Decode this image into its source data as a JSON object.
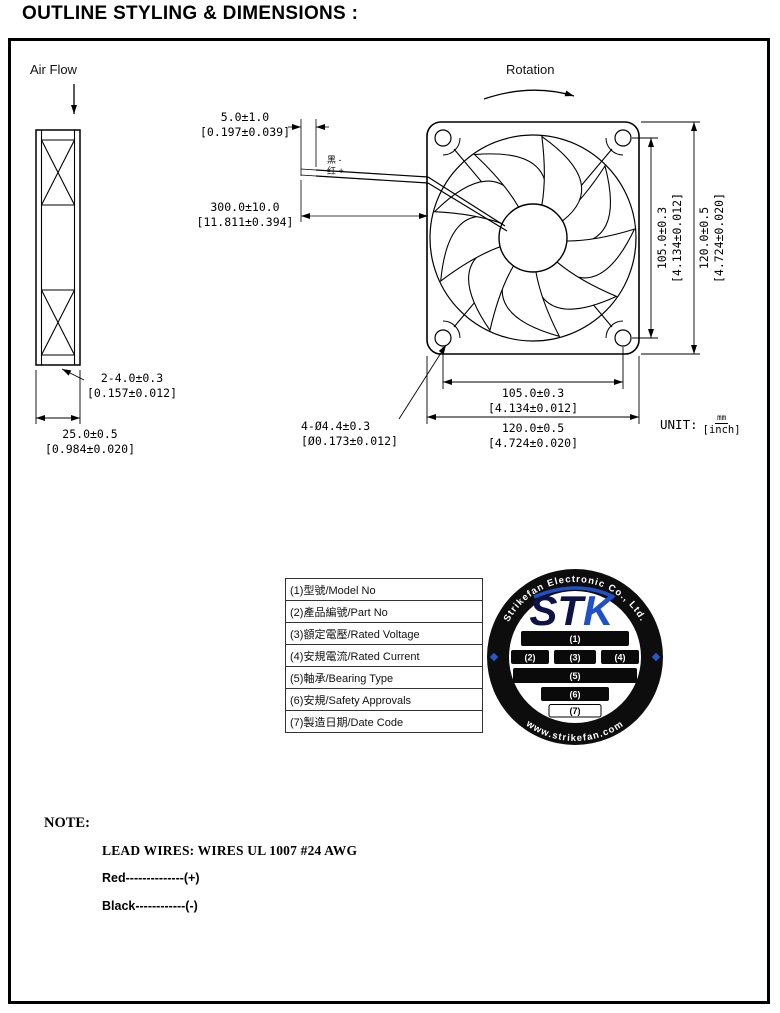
{
  "page": {
    "title": "OUTLINE STYLING & DIMENSIONS :"
  },
  "drawing": {
    "air_flow_label": "Air Flow",
    "rotation_label": "Rotation",
    "unit_label": "UNIT:",
    "unit_mm": "mm",
    "unit_inch": "[inch]",
    "wire_label_black": "黑 -",
    "wire_label_red": "红 +",
    "dims": {
      "wire_strip_mm": "5.0±1.0",
      "wire_strip_inch": "[0.197±0.039]",
      "wire_len_mm": "300.0±10.0",
      "wire_len_inch": "[11.811±0.394]",
      "hole_pitch_v_mm": "105.0±0.3",
      "hole_pitch_v_inch": "[4.134±0.012]",
      "frame_v_mm": "120.0±0.5",
      "frame_v_inch": "[4.724±0.020]",
      "rib_mm": "2-4.0±0.3",
      "rib_inch": "[0.157±0.012]",
      "thickness_mm": "25.0±0.5",
      "thickness_inch": "[0.984±0.020]",
      "hole_dia_mm": "4-Ø4.4±0.3",
      "hole_dia_inch": "[Ø0.173±0.012]",
      "hole_pitch_h_mm": "105.0±0.3",
      "hole_pitch_h_inch": "[4.134±0.012]",
      "frame_h_mm": "120.0±0.5",
      "frame_h_inch": "[4.724±0.020]"
    }
  },
  "label_table": {
    "rows": [
      "(1)型號/Model No",
      "(2)產品編號/Part No",
      "(3)額定電壓/Rated Voltage",
      "(4)安規電流/Rated Current",
      "(5)軸承/Bearing Type",
      "(6)安規/Safety Approvals",
      "(7)製造日期/Date Code"
    ]
  },
  "sticker": {
    "top_text": "Strikefan Electronic Co., Ltd.",
    "bottom_text": "www.strikefan.com",
    "logo_st": "ST",
    "logo_k": "K",
    "fields": [
      "(1)",
      "(2)",
      "(3)",
      "(4)",
      "(5)",
      "(6)",
      "(7)"
    ]
  },
  "note": {
    "heading": "NOTE:",
    "line1": "LEAD WIRES:  WIRES UL 1007 #24 AWG",
    "line2": "Red--------------(+)",
    "line3": "Black------------(-)"
  },
  "colors": {
    "line": "#000000",
    "sticker_blue": "#2050c8",
    "sticker_navy": "#0e1245"
  }
}
